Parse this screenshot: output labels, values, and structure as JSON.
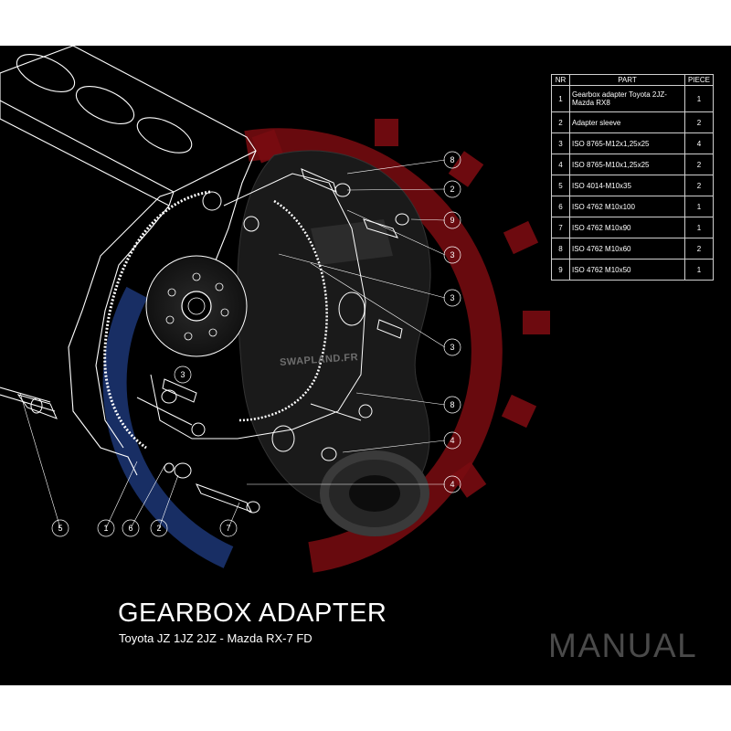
{
  "title": "GEARBOX ADAPTER",
  "subtitle": "Toyota JZ 1JZ 2JZ - Mazda RX-7 FD",
  "manual_label": "MANUAL",
  "watermark": "SWAPLAND.FR",
  "colors": {
    "background": "#000000",
    "line": "#ffffff",
    "logo_red": "#8b0d12",
    "logo_blue": "#1e3a7a",
    "manual_text": "#4a4a4a"
  },
  "parts_table": {
    "headers": [
      "NR",
      "PART",
      "PIECE"
    ],
    "rows": [
      {
        "nr": "1",
        "part": "Gearbox adapter Toyota 2JZ-Mazda RX8",
        "piece": "1"
      },
      {
        "nr": "2",
        "part": "Adapter sleeve",
        "piece": "2"
      },
      {
        "nr": "3",
        "part": "ISO 8765-M12x1,25x25",
        "piece": "4"
      },
      {
        "nr": "4",
        "part": "ISO 8765-M10x1,25x25",
        "piece": "2"
      },
      {
        "nr": "5",
        "part": "ISO  4014-M10x35",
        "piece": "2"
      },
      {
        "nr": "6",
        "part": "ISO 4762 M10x100",
        "piece": "1"
      },
      {
        "nr": "7",
        "part": "ISO 4762 M10x90",
        "piece": "1"
      },
      {
        "nr": "8",
        "part": "ISO 4762 M10x60",
        "piece": "2"
      },
      {
        "nr": "9",
        "part": "ISO 4762 M10x50",
        "piece": "1"
      }
    ]
  },
  "callouts": {
    "c8a": "8",
    "c2a": "2",
    "c9": "9",
    "c3a": "3",
    "c3b": "3",
    "c3c": "3",
    "c3d": "3",
    "c8b": "8",
    "c4a": "4",
    "c4b": "4",
    "b5": "5",
    "b1": "1",
    "b6": "6",
    "b2": "2",
    "b7": "7"
  }
}
